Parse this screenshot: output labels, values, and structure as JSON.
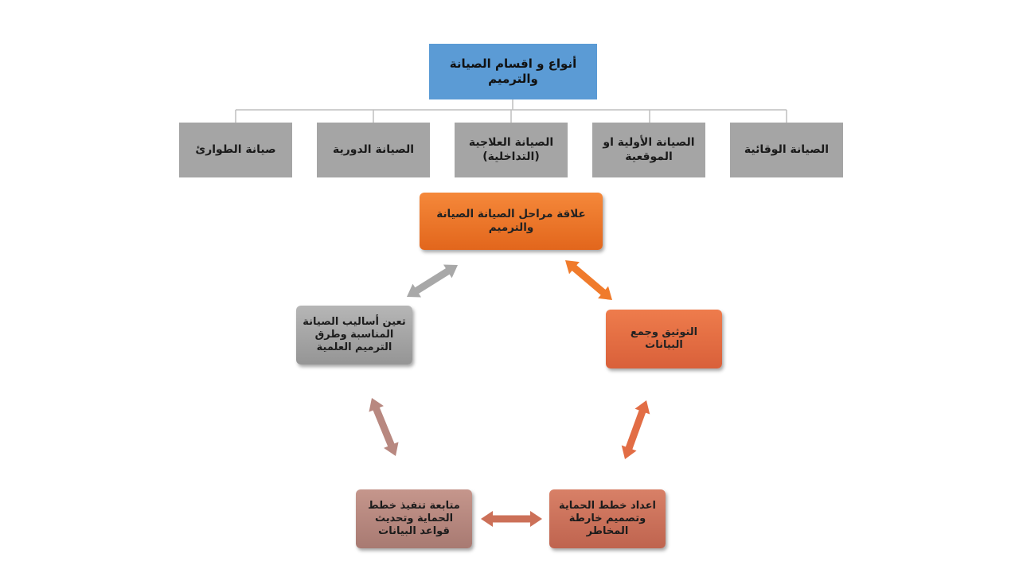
{
  "root": {
    "label": "أنواع و اقسام الصيانة والترميم",
    "color": "#5b9bd5"
  },
  "categories": [
    "الصيانة الوقائية",
    "الصيانة الأولية او الموقعية",
    "الصيانة العلاجية (التداخلية)",
    "الصيانة الدورية",
    "صيانة الطوارئ"
  ],
  "cycle": {
    "center": "علاقة مراحل الصيانة الصيانة والترميم",
    "documentation": "التوثيق وجمع البيانات",
    "protection_plans": "اعداد خطط الحماية وتصميم خارطة المخاطر",
    "follow_up": "متابعة تنفيذ خطط الحماية وتحديث قواعد البيانات",
    "methods": "تعين أساليب الصيانة المناسبة وطرق الترميم العلمية"
  },
  "colors": {
    "category_fill": "#a5a5a5",
    "connector": "#bfbfbf",
    "orange": "#f07b2c",
    "orange_red": "#e26d45",
    "terracotta": "#cc7058",
    "rose_brown": "#b88880",
    "gray": "#a8a8a8"
  },
  "icons": {
    "cycle_arrows": "double-headed-arrow"
  }
}
